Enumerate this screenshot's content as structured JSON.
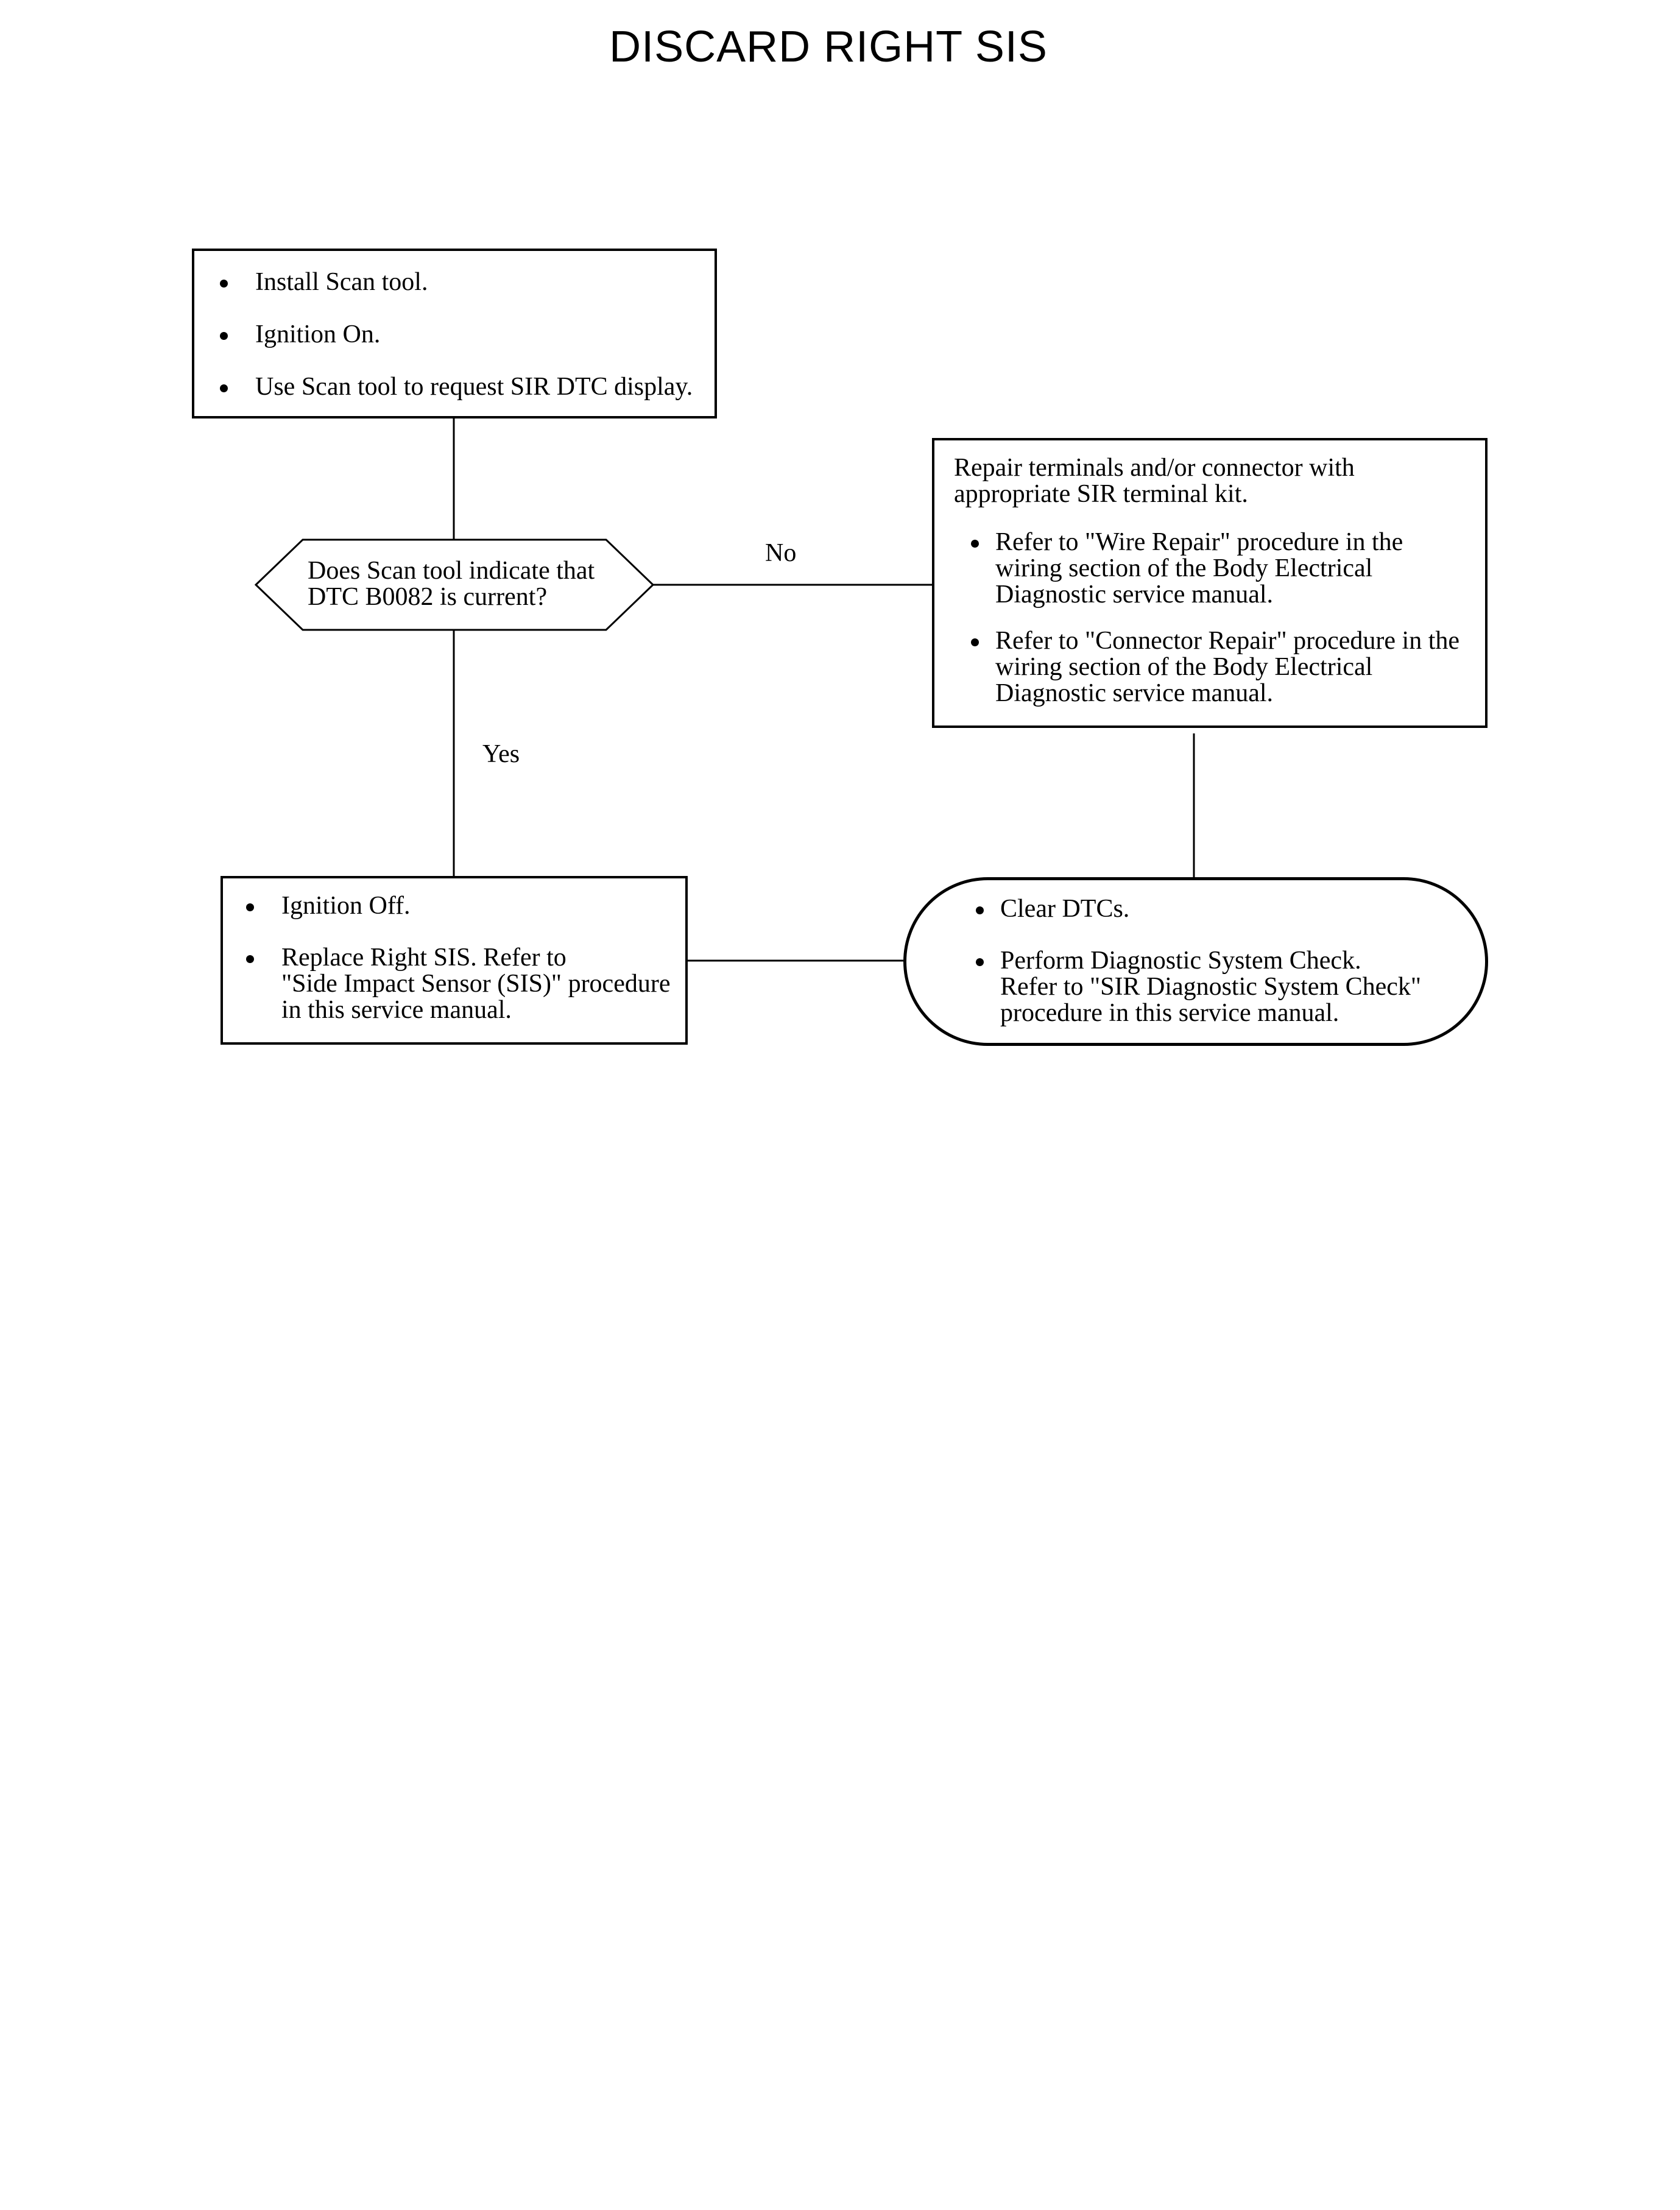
{
  "title": "DISCARD RIGHT SIS",
  "nodes": {
    "start": {
      "items": [
        "Install Scan tool.",
        "Ignition On.",
        "Use Scan tool to request SIR DTC display."
      ]
    },
    "decision": {
      "text": "Does Scan tool indicate that\nDTC B0082 is current?"
    },
    "repair": {
      "intro": "Repair terminals and/or connector with\nappropriate SIR terminal kit.",
      "items": [
        "Refer to \"Wire Repair\" procedure in the\nwiring section of the Body Electrical\nDiagnostic service manual.",
        "Refer to \"Connector Repair\" procedure in the\nwiring section of the Body Electrical\nDiagnostic service manual."
      ]
    },
    "replace": {
      "items": [
        "Ignition Off.",
        "Replace Right SIS.  Refer to\n\"Side Impact Sensor (SIS)\" procedure\nin this service manual."
      ]
    },
    "finish": {
      "items": [
        "Clear DTCs.",
        "Perform Diagnostic System Check.\nRefer to \"SIR Diagnostic System Check\"\nprocedure in this service manual."
      ]
    }
  },
  "edges": {
    "no_label": "No",
    "yes_label": "Yes"
  }
}
